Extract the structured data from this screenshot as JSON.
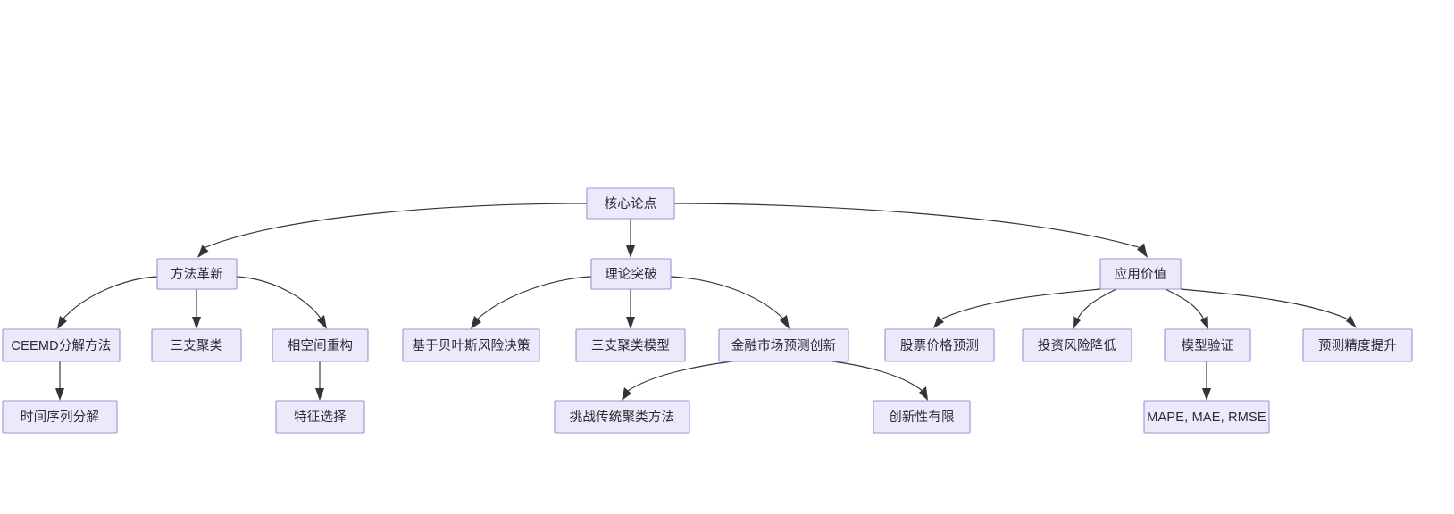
{
  "diagram": {
    "type": "mindmap-flowchart",
    "direction": "top-down",
    "background_color": "#ffffff",
    "node_fill_color": "#ece9fb",
    "node_border_color": "#9e92d6",
    "edge_color": "#333338",
    "text_color": "#2b2b33",
    "root": {
      "id": "root",
      "label": "核心论点"
    },
    "levels": [
      {
        "level": 1,
        "nodes": [
          {
            "id": "root",
            "label": "核心论点"
          }
        ]
      },
      {
        "level": 2,
        "nodes": [
          {
            "id": "method",
            "label": "方法革新",
            "parent": "root"
          },
          {
            "id": "theory",
            "label": "理论突破",
            "parent": "root"
          },
          {
            "id": "application",
            "label": "应用价值",
            "parent": "root"
          }
        ]
      },
      {
        "level": 3,
        "nodes": [
          {
            "id": "ceemd",
            "label": "CEEMD分解方法",
            "parent": "method"
          },
          {
            "id": "threeway",
            "label": "三支聚类",
            "parent": "method"
          },
          {
            "id": "phase",
            "label": "相空间重构",
            "parent": "method"
          },
          {
            "id": "bayes",
            "label": "基于贝叶斯风险决策",
            "parent": "theory"
          },
          {
            "id": "threewaymodel",
            "label": "三支聚类模型",
            "parent": "theory"
          },
          {
            "id": "finance",
            "label": "金融市场预测创新",
            "parent": "theory"
          },
          {
            "id": "stock",
            "label": "股票价格预测",
            "parent": "application"
          },
          {
            "id": "riskdown",
            "label": "投资风险降低",
            "parent": "application"
          },
          {
            "id": "validate",
            "label": "模型验证",
            "parent": "application"
          },
          {
            "id": "accuracy",
            "label": "预测精度提升",
            "parent": "application"
          }
        ]
      },
      {
        "level": 4,
        "nodes": [
          {
            "id": "tsdecomp",
            "label": "时间序列分解",
            "parent": "ceemd"
          },
          {
            "id": "featsel",
            "label": "特征选择",
            "parent": "phase"
          },
          {
            "id": "challenge",
            "label": "挑战传统聚类方法",
            "parent": "finance"
          },
          {
            "id": "limited",
            "label": "创新性有限",
            "parent": "finance"
          },
          {
            "id": "metrics",
            "label": "MAPE, MAE, RMSE",
            "parent": "validate"
          }
        ]
      }
    ],
    "edges": [
      {
        "from": "root",
        "to": "method"
      },
      {
        "from": "root",
        "to": "theory"
      },
      {
        "from": "root",
        "to": "application"
      },
      {
        "from": "method",
        "to": "ceemd"
      },
      {
        "from": "method",
        "to": "threeway"
      },
      {
        "from": "method",
        "to": "phase"
      },
      {
        "from": "theory",
        "to": "bayes"
      },
      {
        "from": "theory",
        "to": "threewaymodel"
      },
      {
        "from": "theory",
        "to": "finance"
      },
      {
        "from": "application",
        "to": "stock"
      },
      {
        "from": "application",
        "to": "riskdown"
      },
      {
        "from": "application",
        "to": "validate"
      },
      {
        "from": "application",
        "to": "accuracy"
      },
      {
        "from": "ceemd",
        "to": "tsdecomp"
      },
      {
        "from": "phase",
        "to": "featsel"
      },
      {
        "from": "finance",
        "to": "challenge"
      },
      {
        "from": "finance",
        "to": "limited"
      },
      {
        "from": "validate",
        "to": "metrics"
      }
    ],
    "labels": {
      "root": "核心论点",
      "method": "方法革新",
      "theory": "理论突破",
      "application": "应用价值",
      "ceemd": "CEEMD分解方法",
      "threeway": "三支聚类",
      "phase": "相空间重构",
      "bayes": "基于贝叶斯风险决策",
      "threewaymodel": "三支聚类模型",
      "finance": "金融市场预测创新",
      "stock": "股票价格预测",
      "riskdown": "投资风险降低",
      "validate": "模型验证",
      "accuracy": "预测精度提升",
      "tsdecomp": "时间序列分解",
      "featsel": "特征选择",
      "challenge": "挑战传统聚类方法",
      "limited": "创新性有限",
      "metrics": "MAPE, MAE, RMSE"
    }
  }
}
